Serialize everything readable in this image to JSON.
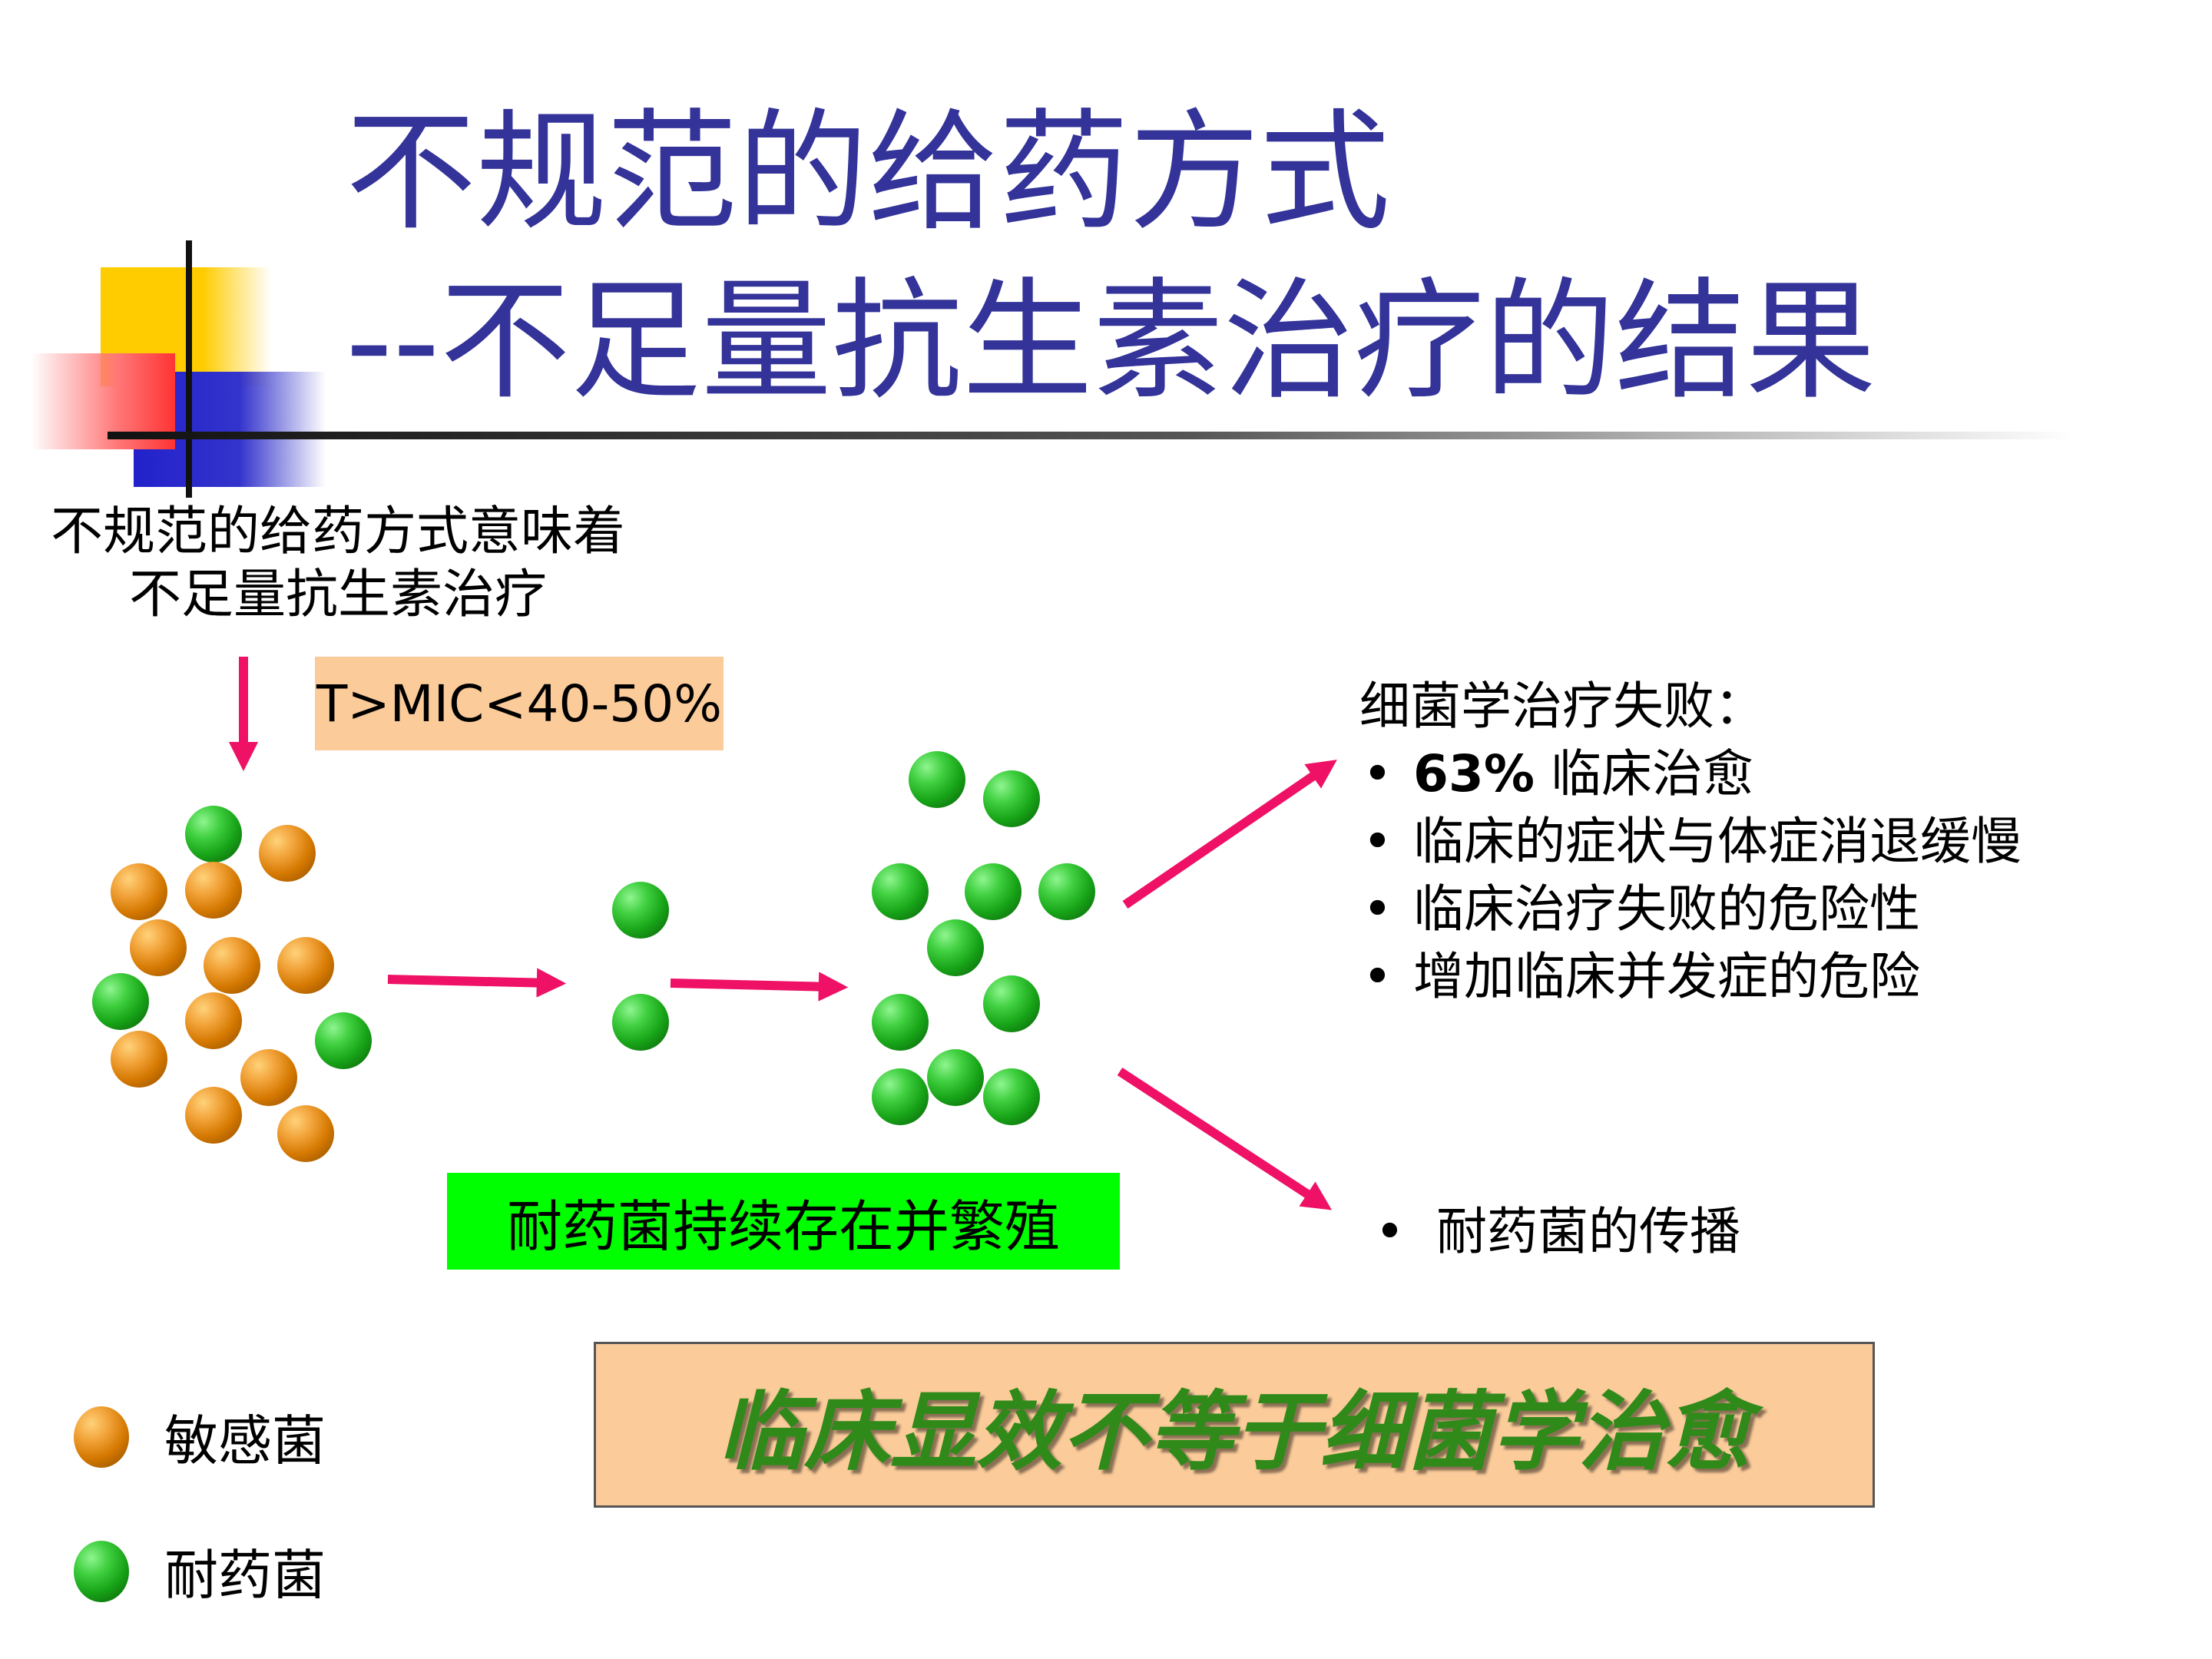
{
  "title": {
    "line1": "不规范的给药方式",
    "line2": "--不足量抗生素治疗的结果"
  },
  "intro": {
    "line1": "不规范的给药方式意味着",
    "line2": "不足量抗生素治疗"
  },
  "mic_label": "T>MIC<40-50%",
  "outcome": {
    "heading": "细菌学治疗失败：",
    "items": [
      {
        "num": "63%",
        "text": " 临床治愈"
      },
      {
        "text": "临床的症状与体症消退缓慢"
      },
      {
        "text": "临床治疗失败的危险性"
      },
      {
        "text": "增加临床并发症的危险"
      }
    ]
  },
  "spread": {
    "bullet": "•",
    "text": "耐药菌的传播"
  },
  "persist_label": "耐药菌持续存在并繁殖",
  "conclusion": "临床显效不等于细菌学治愈",
  "legend": {
    "sensitive": "敏感菌",
    "resistant": "耐药菌"
  },
  "colors": {
    "title": "#333399",
    "sensitive": "#e08a14",
    "resistant": "#22aa22",
    "arrow": "#ee1166",
    "mic_box": "#fbcb9a",
    "persist_box": "#00ff00",
    "conclusion_text": "#2f8a1a"
  }
}
